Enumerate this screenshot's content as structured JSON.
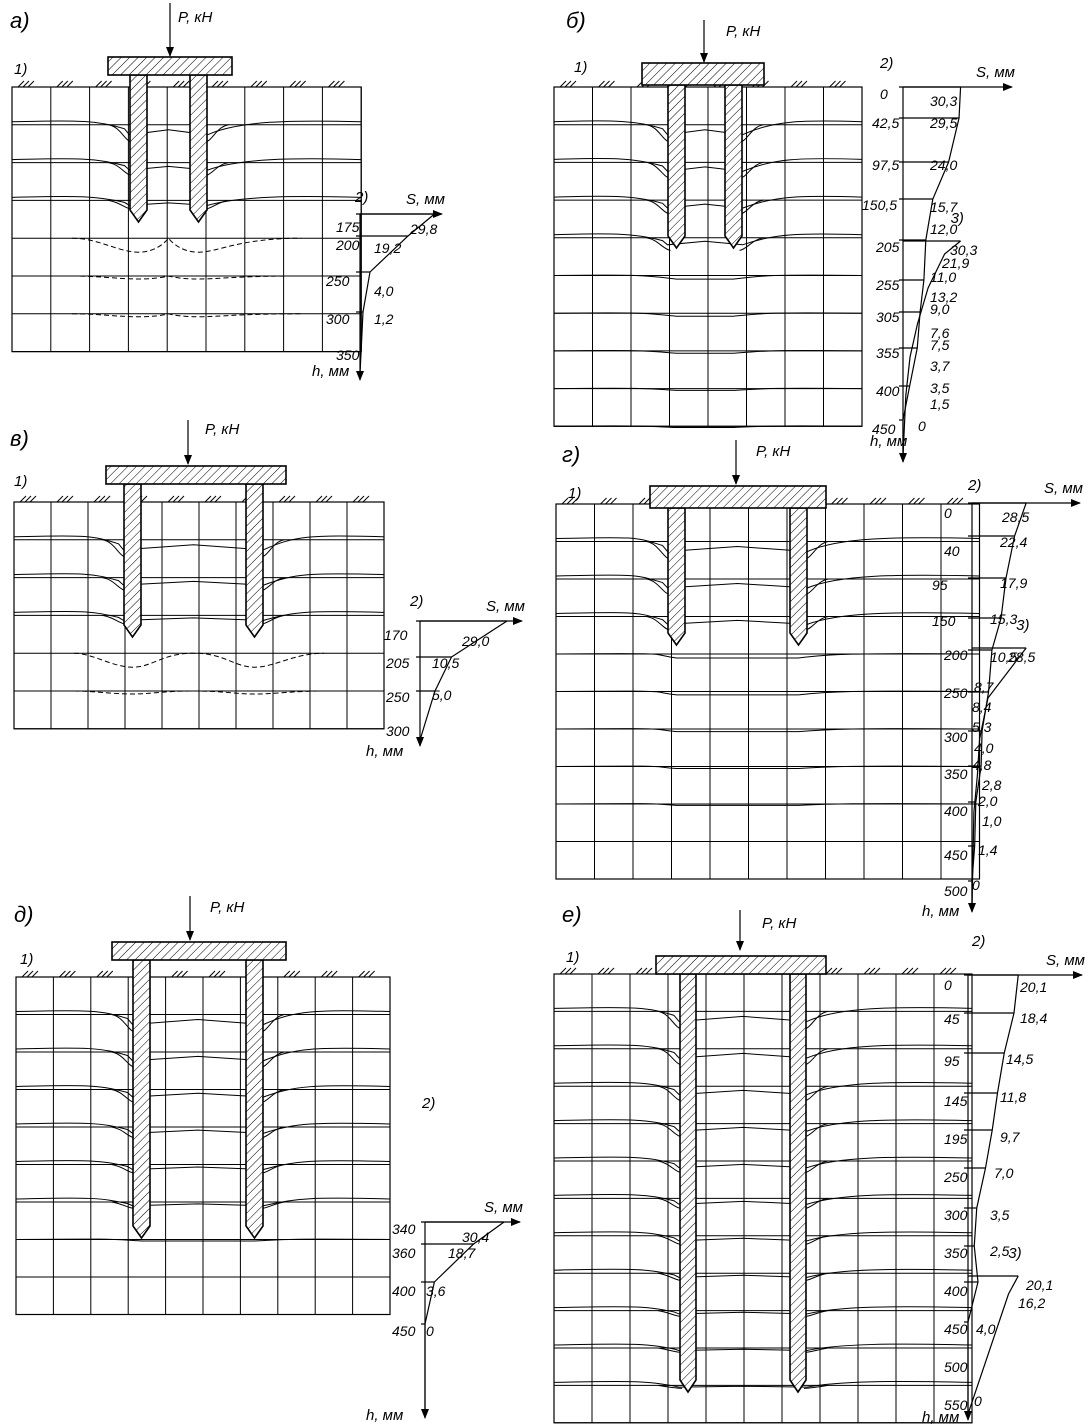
{
  "load_label": "P, кН",
  "settlement_label": "S, мм",
  "depth_label": "h, мм",
  "panels": [
    {
      "id": "a",
      "title": "а)",
      "sub1": "1)",
      "sub2": "2)",
      "sub3": "",
      "chart": {
        "depths": [
          "175",
          "200",
          "250",
          "300",
          "350"
        ],
        "values_main": [
          "29,8",
          "19,2",
          "4,0",
          "1,2"
        ],
        "values_tip": []
      }
    },
    {
      "id": "b",
      "title": "б)",
      "sub1": "1)",
      "sub2": "2)",
      "sub3": "3)",
      "chart": {
        "depths": [
          "0",
          "42,5",
          "97,5",
          "150,5",
          "205",
          "255",
          "305",
          "355",
          "400",
          "450"
        ],
        "values_main": [
          "30,3",
          "29,5",
          "24,0",
          "15,7",
          "12,0",
          "11,0",
          "9,0",
          "7,5",
          "3,5",
          "0"
        ],
        "values_tip": [
          "30,3",
          "21,9",
          "13,2",
          "7,6",
          "3,7",
          "1,5"
        ]
      }
    },
    {
      "id": "v",
      "title": "в)",
      "sub1": "1)",
      "sub2": "2)",
      "sub3": "",
      "chart": {
        "depths": [
          "170",
          "205",
          "250",
          "300"
        ],
        "values_main": [
          "29,0",
          "10,5",
          "5,0"
        ],
        "values_tip": []
      }
    },
    {
      "id": "g",
      "title": "г)",
      "sub1": "1)",
      "sub2": "2)",
      "sub3": "3)",
      "chart": {
        "depths": [
          "0",
          "40",
          "95",
          "150",
          "200",
          "250",
          "300",
          "350",
          "400",
          "450",
          "500"
        ],
        "values_main": [
          "28,5",
          "22,4",
          "17,9",
          "15,3",
          "10,5",
          "8,7",
          "5,3",
          "4,8",
          "2,0",
          "1,4",
          "0"
        ],
        "values_tip": [
          "28,5",
          "8,4",
          "4,0",
          "2,8",
          "1,0"
        ]
      }
    },
    {
      "id": "d",
      "title": "д)",
      "sub1": "1)",
      "sub2": "2)",
      "sub3": "",
      "chart": {
        "depths": [
          "340",
          "360",
          "400",
          "450"
        ],
        "values_main": [
          "30,4",
          "18,7",
          "3,6",
          "0"
        ],
        "values_tip": []
      }
    },
    {
      "id": "e",
      "title": "е)",
      "sub1": "1)",
      "sub2": "2)",
      "sub3": "3)",
      "chart": {
        "depths": [
          "0",
          "45",
          "95",
          "145",
          "195",
          "250",
          "300",
          "350",
          "400",
          "450",
          "500",
          "550"
        ],
        "values_main": [
          "20,1",
          "18,4",
          "14,5",
          "11,8",
          "9,7",
          "7,0",
          "3,5",
          "2,5",
          "4,0",
          "0"
        ],
        "values_tip": [
          "20,1",
          "16,2"
        ]
      }
    }
  ]
}
